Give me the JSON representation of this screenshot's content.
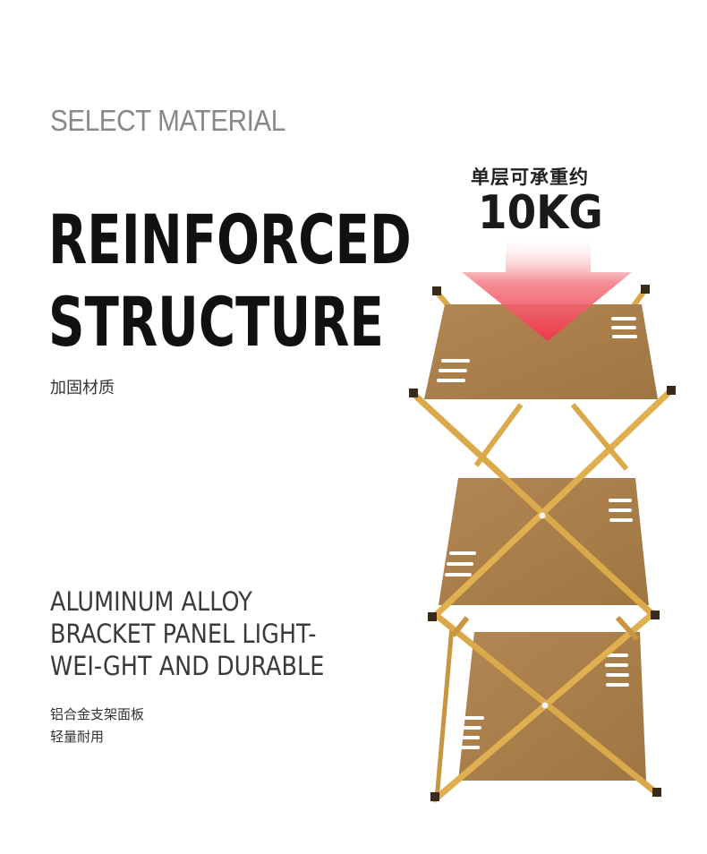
{
  "header": {
    "eyebrow": "SELECT MATERIAL",
    "headline_line1": "REINFORCED",
    "headline_line2": "STRUCTURE",
    "subtitle_cn": "加固材质"
  },
  "load": {
    "label_cn": "单层可承重约",
    "value": "10KG"
  },
  "material": {
    "line1": "ALUMINUM ALLOY",
    "line2": "BRACKET PANEL  LIGHT-",
    "line3": "WEI-GHT AND DURABLE",
    "cn_line1": "铝合金支架面板",
    "cn_line2": "轻量耐用"
  },
  "colors": {
    "panel": "#a97f4a",
    "frame": "#d9a94a",
    "arrow": "#f0505a",
    "headline": "#111111",
    "eyebrow": "#888888"
  }
}
